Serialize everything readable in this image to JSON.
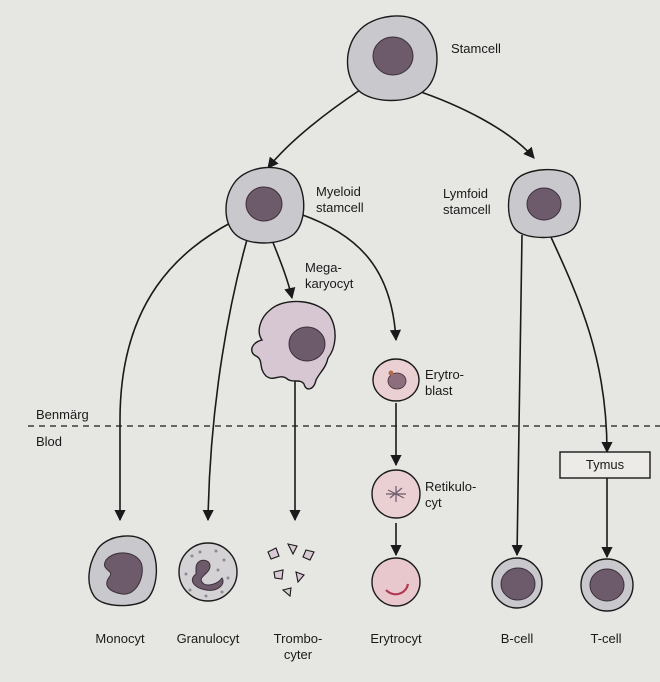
{
  "labels": {
    "stamcell": "Stamcell",
    "myeloid_1": "Myeloid",
    "myeloid_2": "stamcell",
    "lymfoid_1": "Lymfoid",
    "lymfoid_2": "stamcell",
    "mega_1": "Mega-",
    "mega_2": "karyocyt",
    "erytroblast_1": "Erytro-",
    "erytroblast_2": "blast",
    "retikulocyt_1": "Retikulo-",
    "retikulocyt_2": "cyt",
    "benmarg": "Benmärg",
    "blod": "Blod",
    "tymus": "Tymus",
    "monocyt": "Monocyt",
    "granulocyt": "Granulocyt",
    "trombocyter_1": "Trombo-",
    "trombocyter_2": "cyter",
    "erytrocyt": "Erytrocyt",
    "bcell": "B-cell",
    "tcell": "T-cell"
  },
  "colors": {
    "background": "#e6e6e3",
    "cell_body": "#c9c8cc",
    "nucleus": "#6d5a6a",
    "megakaryocyte_body": "#d6c7d3",
    "erythroid_body": "#ead0d3",
    "arrow": "#1a1a1a"
  }
}
